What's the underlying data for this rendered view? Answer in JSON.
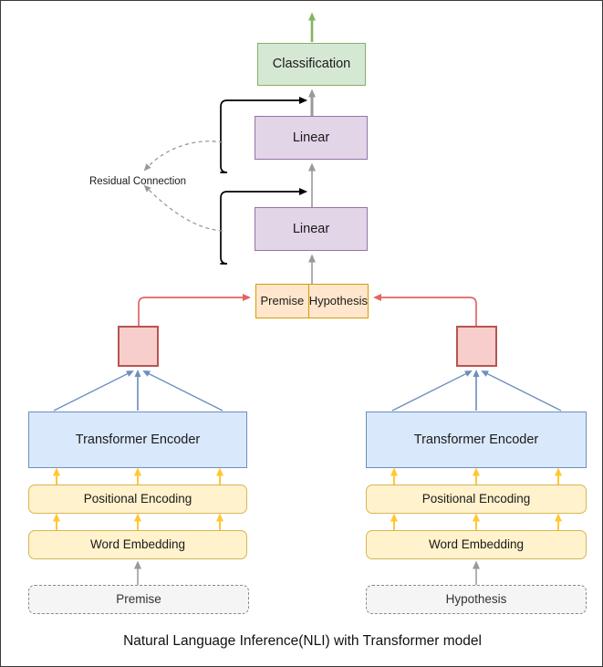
{
  "diagram": {
    "caption": "Natural Language Inference(NLI) with Transformer model",
    "title": "Natural Language Inference(NLI) with Transformer model",
    "colors": {
      "classification_fill": "#d5e8d4",
      "classification_stroke": "#82b366",
      "linear_fill": "#e1d5e7",
      "linear_stroke": "#9673a6",
      "concat_fill": "#ffe6cc",
      "concat_stroke": "#d79b00",
      "pooling_fill": "#f8cecc",
      "pooling_stroke": "#b85450",
      "encoder_fill": "#dae8fc",
      "encoder_stroke": "#6c8ebf",
      "embedding_fill": "#fff2cc",
      "embedding_stroke": "#d6b656",
      "input_fill": "#f5f5f5",
      "input_stroke": "#8a8a8a",
      "red_arrow": "#e06666",
      "blue_arrow": "#6c8ebf",
      "yellow_arrow": "#ffc832",
      "gray_arrow": "#999999",
      "green_arrow": "#82b366",
      "black_arrow": "#000000",
      "dashed_arrow": "#999999",
      "frame_border": "#3a3a3a"
    },
    "nodes": {
      "classification": "Classification",
      "linear_top": "Linear",
      "linear_bottom": "Linear",
      "concat_premise": "Premise",
      "concat_hypothesis": "Hypothesis",
      "residual_connection": "Residual Connection",
      "pooling_left": "",
      "pooling_right": "",
      "encoder_left": "Transformer Encoder",
      "encoder_right": "Transformer Encoder",
      "positional_encoding_left": "Positional Encoding",
      "positional_encoding_right": "Positional Encoding",
      "word_embedding_left": "Word Embedding",
      "word_embedding_right": "Word Embedding",
      "input_left": "Premise",
      "input_right": "Hypothesis"
    }
  }
}
